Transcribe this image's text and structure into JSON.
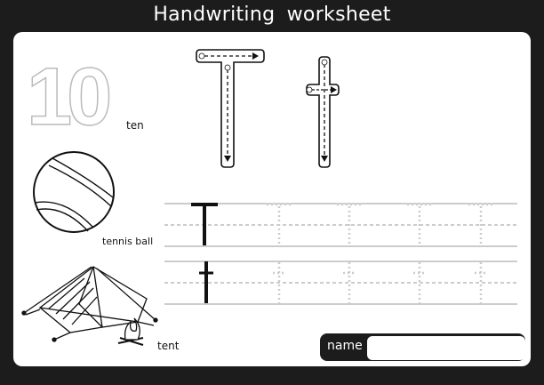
{
  "header": {
    "title": "Handwriting  worksheet"
  },
  "number": {
    "digits": "10",
    "word": "ten"
  },
  "letters": {
    "upper": "T",
    "lower": "t"
  },
  "pictures": [
    {
      "label": "tennis  ball",
      "icon": "tennis-ball-icon"
    },
    {
      "label": "tent",
      "icon": "tent-icon"
    }
  ],
  "name_field": {
    "label": "name",
    "value": ""
  },
  "colors": {
    "frame": "#1c1c1c",
    "page": "#ffffff",
    "outline": "#bbbbbb",
    "trace": "#cccccc"
  }
}
